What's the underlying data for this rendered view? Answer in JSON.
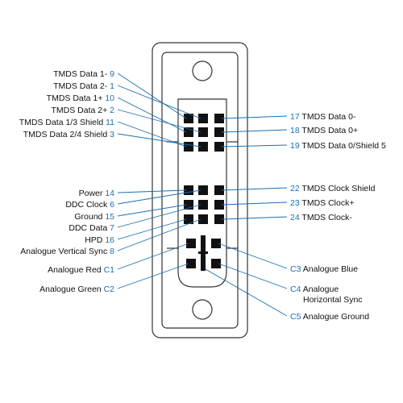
{
  "colors": {
    "accent": "#1a6fb5",
    "outline": "#333333",
    "pin": "#111111"
  },
  "left_labels": [
    {
      "text": "TMDS Data 1-",
      "num": "9"
    },
    {
      "text": "TMDS Data 2-",
      "num": "1"
    },
    {
      "text": "TMDS Data 1+",
      "num": "10"
    },
    {
      "text": "TMDS Data 2+",
      "num": "2"
    },
    {
      "text": "TMDS Data 1/3 Shield",
      "num": "11"
    },
    {
      "text": "TMDS Data 2/4 Shield",
      "num": "3"
    },
    {
      "text": "Power",
      "num": "14"
    },
    {
      "text": "DDC Clock",
      "num": "6"
    },
    {
      "text": "Ground",
      "num": "15"
    },
    {
      "text": "DDC Data",
      "num": "7"
    },
    {
      "text": "HPD",
      "num": "16"
    },
    {
      "text": "Analogue Vertical Sync",
      "num": "8"
    },
    {
      "text": "Analogue Red",
      "num": "C1"
    },
    {
      "text": "Analogue Green",
      "num": "C2"
    }
  ],
  "right_labels": [
    {
      "num": "17",
      "text": "TMDS Data 0-"
    },
    {
      "num": "18",
      "text": "TMDS Data 0+"
    },
    {
      "num": "19",
      "text": "TMDS Data 0/Shield 5"
    },
    {
      "num": "22",
      "text": "TMDS Clock Shield"
    },
    {
      "num": "23",
      "text": "TMDS Clock+"
    },
    {
      "num": "24",
      "text": "TMDS Clock-"
    },
    {
      "num": "C3",
      "text": "Analogue Blue"
    },
    {
      "num": "C4",
      "text": "Analogue",
      "text2": "Horizontal Sync"
    },
    {
      "num": "C5",
      "text": "Analogue Ground"
    }
  ]
}
